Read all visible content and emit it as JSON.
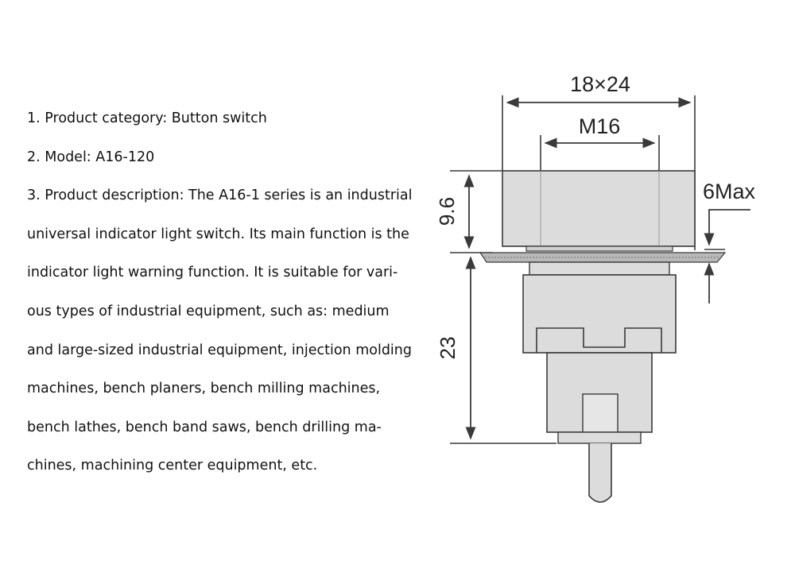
{
  "description": {
    "lines": [
      "1. Product category: Button switch",
      "2. Model: A16-120",
      "3. Product description: The A16-1 series is an industrial",
      "universal indicator light switch. Its main function is the",
      "indicator light warning function. It is suitable for vari-",
      "ous types of industrial equipment, such as: medium",
      "and large-sized industrial equipment, injection molding",
      "machines, bench planers, bench milling machines,",
      "bench lathes, bench band saws, bench drilling ma-",
      "chines, machining center equipment, etc."
    ]
  },
  "diagram": {
    "dimensions": {
      "outer_width": "18×24",
      "thread": "M16",
      "head_height": "9.6",
      "panel_thickness": "6Max",
      "body_length": "23"
    },
    "colors": {
      "line": "#3a3a3a",
      "fill": "#dcdcdc",
      "panel": "#b9b9b9"
    }
  }
}
